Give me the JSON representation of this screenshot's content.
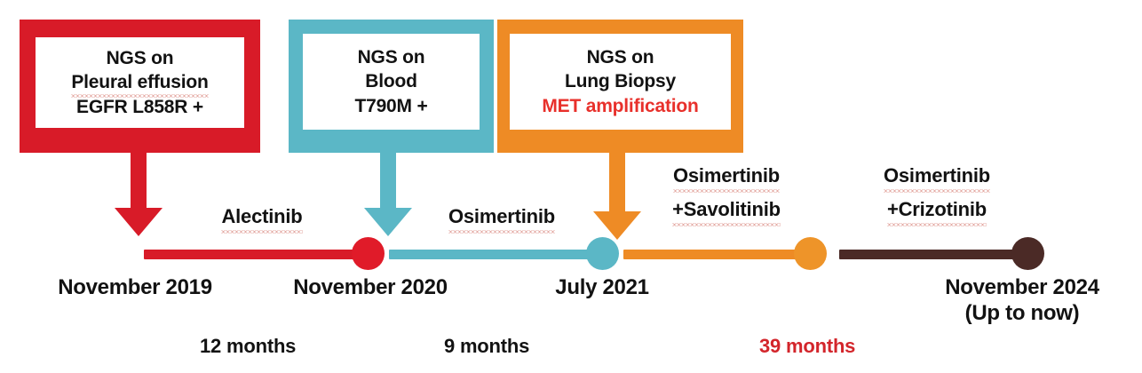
{
  "figure": {
    "type": "clinical-treatment-timeline",
    "colors": {
      "red": "#D81B28",
      "teal": "#5BB7C6",
      "orange": "#EE8B25",
      "brown": "#4B2A26",
      "text": "#121212",
      "accent_red_text": "#E8302B",
      "spellcheck_underline": "#C0392B",
      "background": "#FFFFFF"
    }
  },
  "ngs_boxes": [
    {
      "id": "pleural-effusion",
      "color": "#D81B28",
      "lines": [
        {
          "text": "NGS on",
          "color": "black",
          "squiggle": false
        },
        {
          "text": "Pleural effusion",
          "color": "black",
          "squiggle": true
        },
        {
          "text": "EGFR L858R +",
          "color": "black",
          "squiggle": false
        }
      ]
    },
    {
      "id": "blood",
      "color": "#5BB7C6",
      "lines": [
        {
          "text": "NGS on",
          "color": "black",
          "squiggle": false
        },
        {
          "text": "Blood",
          "color": "black",
          "squiggle": false
        },
        {
          "text": "T790M +",
          "color": "black",
          "squiggle": false
        }
      ]
    },
    {
      "id": "lung-biopsy",
      "color": "#EE8B25",
      "lines": [
        {
          "text": "NGS on",
          "color": "black",
          "squiggle": false
        },
        {
          "text": "Lung Biopsy",
          "color": "black",
          "squiggle": false
        },
        {
          "text": "MET amplification",
          "color": "red",
          "squiggle": false
        }
      ]
    }
  ],
  "treatments": [
    {
      "id": "alectinib",
      "lines": [
        "Alectinib"
      ],
      "color": "#121212"
    },
    {
      "id": "osimertinib",
      "lines": [
        "Osimertinib"
      ],
      "color": "#121212"
    },
    {
      "id": "osimertinib-savolitinib",
      "lines": [
        "Osimertinib",
        "+Savolitinib"
      ],
      "color": "#121212"
    },
    {
      "id": "osimertinib-crizotinib",
      "lines": [
        "Osimertinib",
        "+Crizotinib"
      ],
      "color": "#121212"
    }
  ],
  "milestones": [
    {
      "id": "nov-2019",
      "lines": [
        "November 2019"
      ]
    },
    {
      "id": "nov-2020",
      "lines": [
        "November 2020"
      ]
    },
    {
      "id": "jul-2021",
      "lines": [
        "July 2021"
      ]
    },
    {
      "id": "nov-2024",
      "lines": [
        "November 2024",
        "(Up to now)"
      ]
    }
  ],
  "durations": [
    {
      "id": "dur-12",
      "text": "12 months",
      "color": "black"
    },
    {
      "id": "dur-9",
      "text": "9 months",
      "color": "black"
    },
    {
      "id": "dur-39",
      "text": "39 months",
      "color": "red"
    }
  ]
}
